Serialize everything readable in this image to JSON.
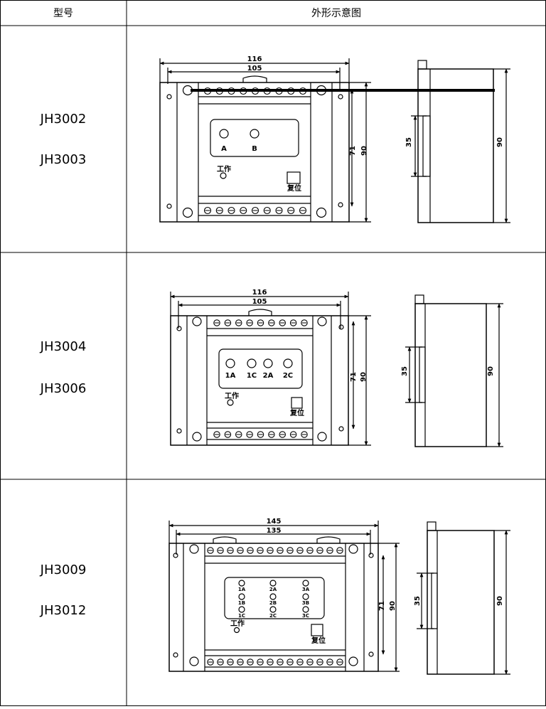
{
  "table": {
    "headers": {
      "model": "型号",
      "drawing": "外形示意图"
    },
    "rows": [
      {
        "models": [
          "JH3002",
          "JH3003"
        ],
        "dims": {
          "outer_width": "116",
          "inner_width": "105",
          "inner_height": "71",
          "outer_height": "90",
          "rail": "35",
          "side_height": "90"
        },
        "indicators": [
          "A",
          "B"
        ],
        "work_label": "工作",
        "reset_label": "复位"
      },
      {
        "models": [
          "JH3004",
          "JH3006"
        ],
        "dims": {
          "outer_width": "116",
          "inner_width": "105",
          "inner_height": "71",
          "outer_height": "90",
          "rail": "35",
          "side_height": "90"
        },
        "indicators": [
          "1A",
          "1C",
          "2A",
          "2C"
        ],
        "work_label": "工作",
        "reset_label": "复位"
      },
      {
        "models": [
          "JH3009",
          "JH3012"
        ],
        "dims": {
          "outer_width": "145",
          "inner_width": "135",
          "inner_height": "71",
          "outer_height": "90",
          "rail": "35",
          "side_height": "90"
        },
        "indicators": [
          "1A",
          "2A",
          "3A",
          "1B",
          "2B",
          "3B",
          "1C",
          "2C",
          "3C"
        ],
        "work_label": "工作",
        "reset_label": "复位"
      }
    ]
  }
}
